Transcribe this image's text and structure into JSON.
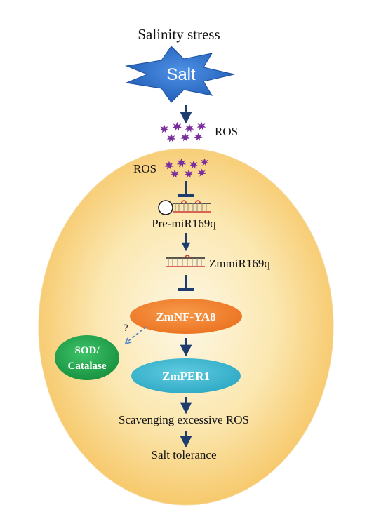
{
  "title": "Salinity stress",
  "salt_label": "Salt",
  "ros_outside_label": "ROS",
  "ros_inside_label": "ROS",
  "pre_mirna_label": "Pre-miR169q",
  "mature_mirna_label": "ZmmiR169q",
  "nfya8_label": "ZmNF-YA8",
  "sod_label_line1": "SOD/",
  "sod_label_line2": "Catalase",
  "per1_label": "ZmPER1",
  "question_mark": "?",
  "scavenging_label": "Scavenging excessive ROS",
  "tolerance_label": "Salt tolerance",
  "colors": {
    "cell_center": "#fdf6e0",
    "cell_edge": "#f7c86a",
    "salt_star": "#2f6fc4",
    "arrow": "#1f3c6e",
    "ros": "#7a2d9c",
    "nfya8": "#f07d2a",
    "sod": "#22a34a",
    "per1": "#3bb6cf",
    "dashed_arrow": "#5b86c5",
    "hairpin_stem": "#d8322e"
  },
  "icons": [
    "starburst-salt",
    "ros-cluster",
    "hairpin-rna",
    "blunt-arrow",
    "arrow"
  ]
}
